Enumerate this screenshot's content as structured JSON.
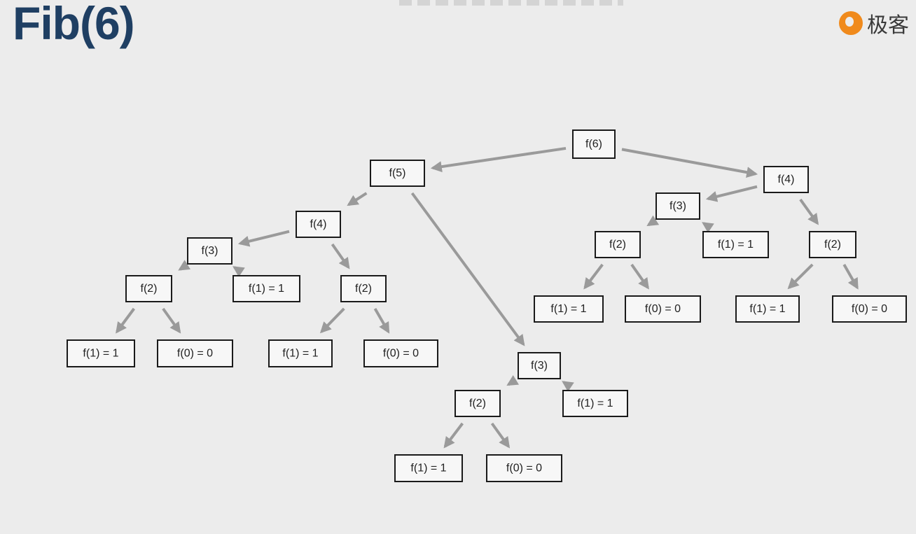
{
  "header": {
    "title": "Fib(6)",
    "logo_text": "极客"
  },
  "colors": {
    "background": "#ececec",
    "title": "#1f3f63",
    "edge": "#9a9a9a",
    "node_border": "#1a1a1a",
    "logo_accent": "#f08a1c"
  },
  "tree": {
    "nodes": [
      {
        "id": "root-f6",
        "label": "f(6)"
      },
      {
        "id": "f5",
        "label": "f(5)"
      },
      {
        "id": "f4-right",
        "label": "f(4)"
      },
      {
        "id": "f4-left",
        "label": "f(4)"
      },
      {
        "id": "f3-left",
        "label": "f(3)"
      },
      {
        "id": "f2-left",
        "label": "f(2)"
      },
      {
        "id": "f1-ll",
        "label": "f(1) = 1"
      },
      {
        "id": "f0-ll",
        "label": "f(0) = 0"
      },
      {
        "id": "f1-left-mid",
        "label": "f(1) = 1"
      },
      {
        "id": "f2-left-mid",
        "label": "f(2)"
      },
      {
        "id": "f1-lm",
        "label": "f(1) = 1"
      },
      {
        "id": "f0-lm",
        "label": "f(0) = 0"
      },
      {
        "id": "f3-center",
        "label": "f(3)"
      },
      {
        "id": "f2-center",
        "label": "f(2)"
      },
      {
        "id": "f1-center-right",
        "label": "f(1) = 1"
      },
      {
        "id": "f1-cc",
        "label": "f(1) = 1"
      },
      {
        "id": "f0-cc",
        "label": "f(0) = 0"
      },
      {
        "id": "f3-right",
        "label": "f(3)"
      },
      {
        "id": "f2-right-a",
        "label": "f(2)"
      },
      {
        "id": "f1-right-mid",
        "label": "f(1) = 1"
      },
      {
        "id": "f2-right-b",
        "label": "f(2)"
      },
      {
        "id": "f1-ra",
        "label": "f(1) = 1"
      },
      {
        "id": "f0-ra",
        "label": "f(0) = 0"
      },
      {
        "id": "f1-rb",
        "label": "f(1) = 1"
      },
      {
        "id": "f0-rb",
        "label": "f(0) = 0"
      }
    ],
    "edges": [
      [
        "root-f6",
        "f5"
      ],
      [
        "root-f6",
        "f4-right"
      ],
      [
        "f5",
        "f4-left"
      ],
      [
        "f5",
        "f3-center"
      ],
      [
        "f4-left",
        "f3-left"
      ],
      [
        "f4-left",
        "f2-left-mid"
      ],
      [
        "f3-left",
        "f2-left"
      ],
      [
        "f3-left",
        "f1-left-mid"
      ],
      [
        "f2-left",
        "f1-ll"
      ],
      [
        "f2-left",
        "f0-ll"
      ],
      [
        "f2-left-mid",
        "f1-lm"
      ],
      [
        "f2-left-mid",
        "f0-lm"
      ],
      [
        "f3-center",
        "f2-center"
      ],
      [
        "f3-center",
        "f1-center-right"
      ],
      [
        "f2-center",
        "f1-cc"
      ],
      [
        "f2-center",
        "f0-cc"
      ],
      [
        "f4-right",
        "f3-right"
      ],
      [
        "f4-right",
        "f2-right-b"
      ],
      [
        "f3-right",
        "f2-right-a"
      ],
      [
        "f3-right",
        "f1-right-mid"
      ],
      [
        "f2-right-a",
        "f1-ra"
      ],
      [
        "f2-right-a",
        "f0-ra"
      ],
      [
        "f2-right-b",
        "f1-rb"
      ],
      [
        "f2-right-b",
        "f0-rb"
      ]
    ]
  }
}
